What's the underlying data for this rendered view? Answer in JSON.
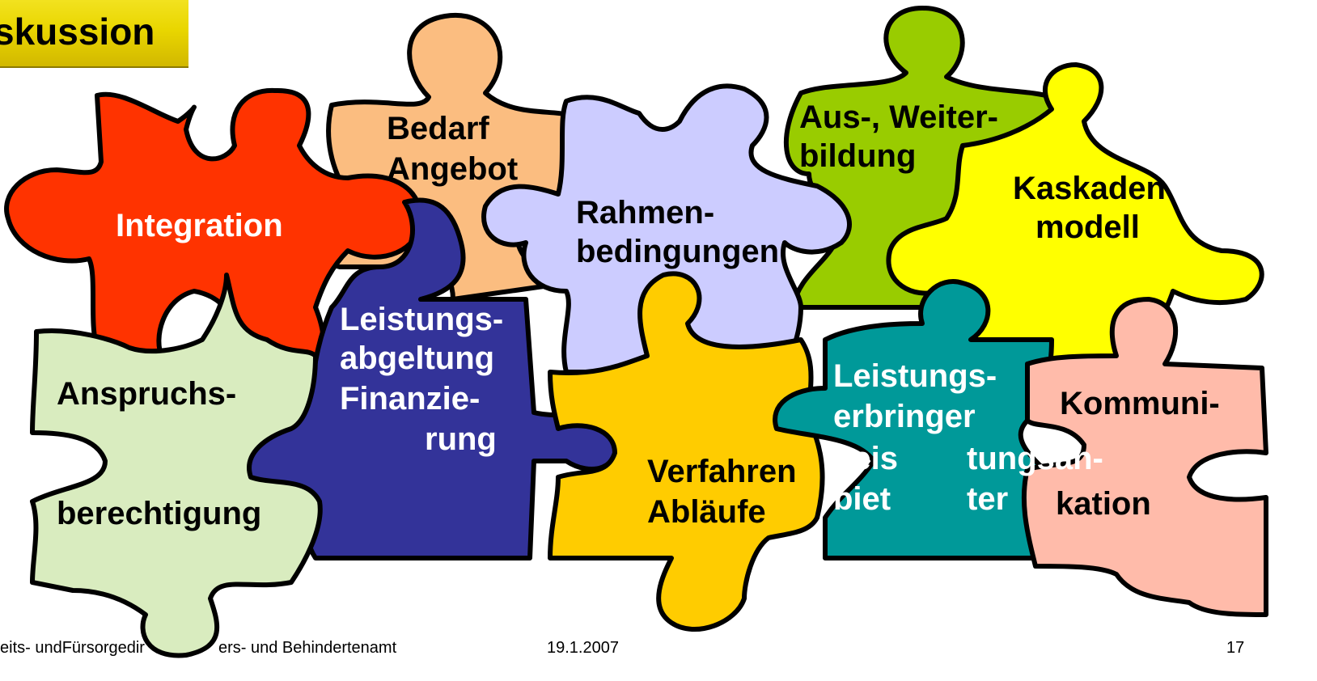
{
  "header": {
    "title": "skussion"
  },
  "pieces": {
    "bedarf": {
      "line1": "Bedarf",
      "line2": "Angebot",
      "color": "#fbbd80"
    },
    "aus": {
      "line1": "Aus-, Weiter-",
      "line2": "bildung",
      "color": "#99cc00"
    },
    "integration": {
      "label": "Integration",
      "color": "#ff3300"
    },
    "rahmen": {
      "line1": "Rahmen-",
      "line2": "bedingungen",
      "color": "#ccccff"
    },
    "kaskaden": {
      "line1": "Kaskaden",
      "line2": "modell",
      "color": "#ffff00"
    },
    "leistungsabg": {
      "line1": "Leistungs-",
      "line2": "abgeltung",
      "line3": "Finanzie-",
      "line4": "rung",
      "color": "#333399"
    },
    "anspruch": {
      "line1": "Anspruchs-",
      "line2": "berechtigung",
      "color": "#d9ecbf"
    },
    "verfahren": {
      "line1": "Verfahren",
      "line2": "Abläufe",
      "color": "#ffcc00"
    },
    "erbringer": {
      "line1": "Leistungs-",
      "line2": "erbringer",
      "line3a": "Leis",
      "line3b": "tungsan-",
      "line4a": "biet",
      "line4b": "ter",
      "color": "#009999"
    },
    "kommunikation": {
      "line1": "Kommuni-",
      "line2": "kation",
      "color": "#ffbbaa"
    }
  },
  "footer": {
    "left_a": "eits- undFürsorgedir",
    "left_b": "ers- und Behindertenamt",
    "date": "19.1.2007",
    "page": "17"
  }
}
